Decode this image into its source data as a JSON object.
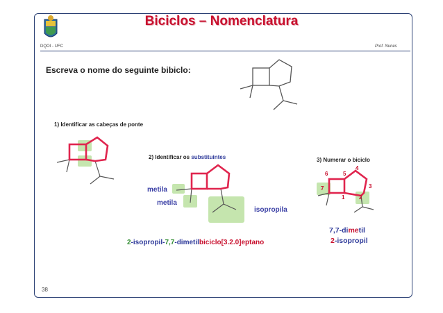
{
  "header": {
    "title": "Biciclos – Nomenclatura",
    "left_tag": "DQOI - UFC",
    "right_tag": "Prof. Nunes"
  },
  "question": "Escreva o nome do seguinte bibiclo:",
  "steps": {
    "step1": "1) Identificar as cabeças de ponte",
    "step2_prefix": "2) Identificar os ",
    "step2_word": "substituintes",
    "step3": "3) Numerar o biciclo"
  },
  "labels": {
    "metila_1": "metila",
    "metila_2": "metila",
    "isopropila": "isopropila"
  },
  "locants": [
    "6",
    "5",
    "4",
    "7",
    "1",
    "3",
    "2"
  ],
  "name_parts": {
    "p1": "2",
    "p2": "-isopropil-",
    "p3": "7,7",
    "p4": "-dimetil",
    "p5": "biciclo[3.2.0]eptano"
  },
  "result": {
    "line1_a": "7,7-di",
    "line1_b": "me",
    "line1_c": "til",
    "line2_a": "2",
    "line2_b": "-isopropil"
  },
  "page_number": "38",
  "colors": {
    "ring": "#e0254e",
    "highlight": "#bfe3a6",
    "bond": "#555555",
    "accent": "#c8102e"
  }
}
